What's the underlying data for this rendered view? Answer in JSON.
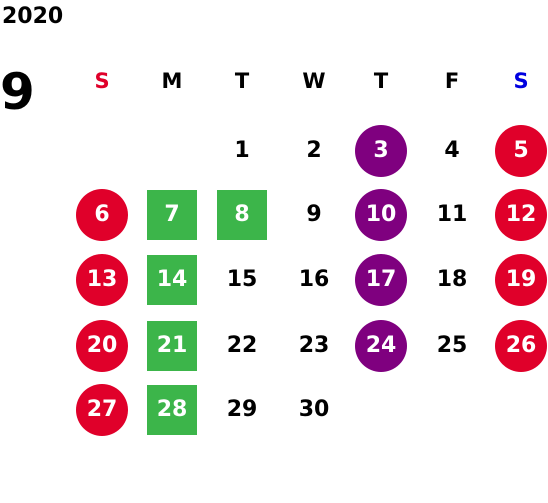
{
  "year": "2020",
  "month": "9",
  "colors": {
    "sunday_holiday": "#e0002a",
    "saturday": "#e0002a",
    "purple": "#7f007f",
    "green": "#3cb54a",
    "sunday_label": "#e0002a",
    "saturday_label": "#0000e0",
    "normal": "#000000"
  },
  "weekdays": [
    {
      "label": "S",
      "color": "#e0002a"
    },
    {
      "label": "M",
      "color": "#000000"
    },
    {
      "label": "T",
      "color": "#000000"
    },
    {
      "label": "W",
      "color": "#000000"
    },
    {
      "label": "T",
      "color": "#000000"
    },
    {
      "label": "F",
      "color": "#000000"
    },
    {
      "label": "S",
      "color": "#0000e0"
    }
  ],
  "days": [
    {
      "day": "1",
      "style": "plain"
    },
    {
      "day": "2",
      "style": "plain"
    },
    {
      "day": "3",
      "style": "purple"
    },
    {
      "day": "4",
      "style": "plain"
    },
    {
      "day": "5",
      "style": "red"
    },
    {
      "day": "6",
      "style": "red"
    },
    {
      "day": "7",
      "style": "green"
    },
    {
      "day": "8",
      "style": "green"
    },
    {
      "day": "9",
      "style": "plain"
    },
    {
      "day": "10",
      "style": "purple"
    },
    {
      "day": "11",
      "style": "plain"
    },
    {
      "day": "12",
      "style": "red"
    },
    {
      "day": "13",
      "style": "red"
    },
    {
      "day": "14",
      "style": "green"
    },
    {
      "day": "15",
      "style": "plain"
    },
    {
      "day": "16",
      "style": "plain"
    },
    {
      "day": "17",
      "style": "purple"
    },
    {
      "day": "18",
      "style": "plain"
    },
    {
      "day": "19",
      "style": "red"
    },
    {
      "day": "20",
      "style": "red"
    },
    {
      "day": "21",
      "style": "green"
    },
    {
      "day": "22",
      "style": "plain"
    },
    {
      "day": "23",
      "style": "plain"
    },
    {
      "day": "24",
      "style": "purple"
    },
    {
      "day": "25",
      "style": "plain"
    },
    {
      "day": "26",
      "style": "red"
    },
    {
      "day": "27",
      "style": "red"
    },
    {
      "day": "28",
      "style": "green"
    },
    {
      "day": "29",
      "style": "plain"
    },
    {
      "day": "30",
      "style": "plain"
    }
  ]
}
